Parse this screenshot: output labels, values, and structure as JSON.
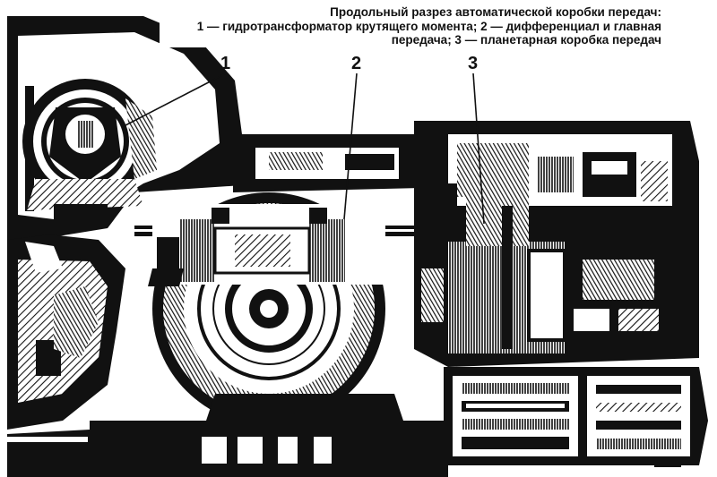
{
  "caption": {
    "line1": "Продольный разрез автоматической коробки передач:",
    "line2": "1 — гидротрансформатор крутящего момента; 2 — дифференциал и главная",
    "line3": "передача; 3 — планетарная коробка передач"
  },
  "callouts": {
    "c1": "1",
    "c2": "2",
    "c3": "3"
  },
  "components": [
    "torque-converter",
    "differential-and-final-drive",
    "planetary-gearbox"
  ],
  "colors": {
    "ink": "#111111",
    "paper": "#ffffff"
  }
}
